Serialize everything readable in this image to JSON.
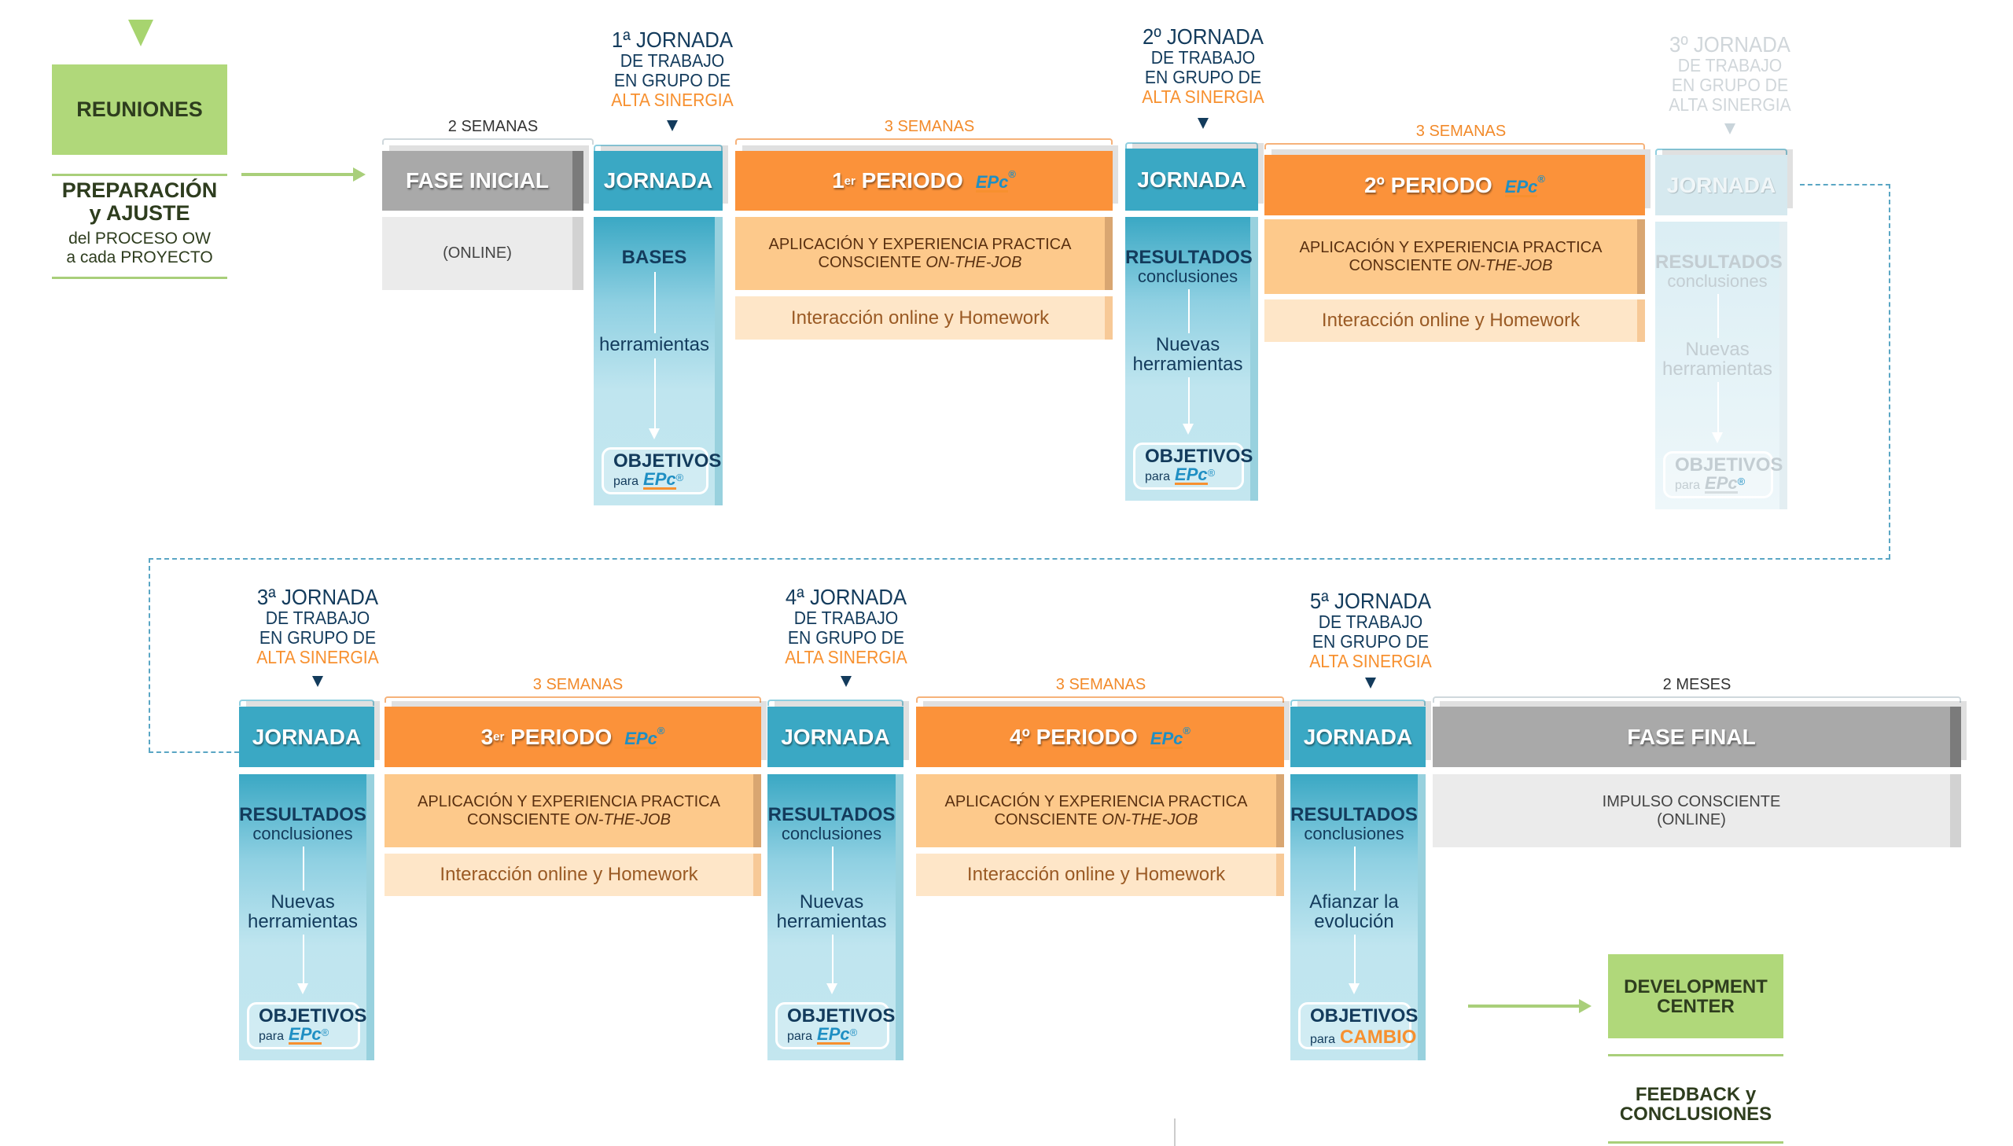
{
  "left": {
    "reuniones": "REUNIONES",
    "prep_title_1": "PREPARACIÓN",
    "prep_title_2": "y  AJUSTE",
    "prep_sub_1": "del PROCESO OW",
    "prep_sub_2": "a cada PROYECTO"
  },
  "brand": {
    "logo_text": "EPc",
    "registered": "®"
  },
  "headings": [
    {
      "n": "1ª JORNADA",
      "l2": "DE TRABAJO",
      "l3": "EN GRUPO DE",
      "l4": "ALTA SINERGIA",
      "faded": false
    },
    {
      "n": "2º JORNADA",
      "l2": "DE TRABAJO",
      "l3": "EN GRUPO DE",
      "l4": "ALTA SINERGIA",
      "faded": false
    },
    {
      "n": "3º JORNADA",
      "l2": "DE TRABAJO",
      "l3": "EN GRUPO DE",
      "l4": "ALTA SINERGIA",
      "faded": true
    },
    {
      "n": "3ª JORNADA",
      "l2": "DE TRABAJO",
      "l3": "EN GRUPO DE",
      "l4": "ALTA SINERGIA",
      "faded": false
    },
    {
      "n": "4ª JORNADA",
      "l2": "DE TRABAJO",
      "l3": "EN GRUPO DE",
      "l4": "ALTA SINERGIA",
      "faded": false
    },
    {
      "n": "5ª JORNADA",
      "l2": "DE TRABAJO",
      "l3": "EN GRUPO DE",
      "l4": "ALTA SINERGIA",
      "faded": false
    }
  ],
  "durations": [
    "2 SEMANAS",
    "3 SEMANAS",
    "3 SEMANAS",
    "3 SEMANAS",
    "3 SEMANAS",
    "2 MESES"
  ],
  "fases": [
    {
      "title": "FASE INICIAL",
      "body_1": "(ONLINE)",
      "body_2": ""
    },
    {
      "title": "FASE FINAL",
      "body_1": "IMPULSO CONSCIENTE",
      "body_2": "(ONLINE)"
    }
  ],
  "periodos": [
    {
      "num": "1",
      "sup": "er",
      "title": " PERIODO",
      "app_1": "APLICACIÓN Y EXPERIENCIA PRACTICA",
      "app_2": "CONSCIENTE ",
      "app_3": "ON-THE-JOB",
      "interaction": "Interacción online y Homework"
    },
    {
      "num": "2º",
      "sup": "",
      "title": " PERIODO",
      "app_1": "APLICACIÓN Y EXPERIENCIA PRACTICA",
      "app_2": "CONSCIENTE ",
      "app_3": "ON-THE-JOB",
      "interaction": "Interacción online y Homework"
    },
    {
      "num": "3",
      "sup": "er",
      "title": " PERIODO",
      "app_1": "APLICACIÓN Y EXPERIENCIA PRACTICA",
      "app_2": "CONSCIENTE ",
      "app_3": "ON-THE-JOB",
      "interaction": "Interacción online y Homework"
    },
    {
      "num": "4º",
      "sup": "",
      "title": " PERIODO",
      "app_1": "APLICACIÓN Y EXPERIENCIA PRACTICA",
      "app_2": "CONSCIENTE ",
      "app_3": "ON-THE-JOB",
      "interaction": "Interacción online y Homework"
    }
  ],
  "jornadas": [
    {
      "label": "JORNADA",
      "t1": "BASES",
      "t2": "",
      "m1": "herramientas",
      "m2": "",
      "obj": "OBJETIVOS",
      "para": "para",
      "target": "EPc",
      "faded": false
    },
    {
      "label": "JORNADA",
      "t1": "RESULTADOS",
      "t2": "conclusiones",
      "m1": "Nuevas",
      "m2": "herramientas",
      "obj": "OBJETIVOS",
      "para": "para",
      "target": "EPc",
      "faded": false
    },
    {
      "label": "JORNADA",
      "t1": "RESULTADOS",
      "t2": "conclusiones",
      "m1": "Nuevas",
      "m2": "herramientas",
      "obj": "OBJETIVOS",
      "para": "para",
      "target": "EPc",
      "faded": true
    },
    {
      "label": "JORNADA",
      "t1": "RESULTADOS",
      "t2": "conclusiones",
      "m1": "Nuevas",
      "m2": "herramientas",
      "obj": "OBJETIVOS",
      "para": "para",
      "target": "EPc",
      "faded": false
    },
    {
      "label": "JORNADA",
      "t1": "RESULTADOS",
      "t2": "conclusiones",
      "m1": "Nuevas",
      "m2": "herramientas",
      "obj": "OBJETIVOS",
      "para": "para",
      "target": "EPc",
      "faded": false
    },
    {
      "label": "JORNADA",
      "t1": "RESULTADOS",
      "t2": "conclusiones",
      "m1": "Afianzar la",
      "m2": "evolución",
      "obj": "OBJETIVOS",
      "para": "para",
      "target": "CAMBIO",
      "faded": false
    }
  ],
  "final": {
    "dc_1": "DEVELOPMENT",
    "dc_2": "CENTER",
    "feedback_1": "FEEDBACK y",
    "feedback_2": "CONCLUSIONES"
  },
  "colors": {
    "jornada_teal": "#3aa8c4",
    "periodo_orange": "#fb923a",
    "fase_gray": "#a9a9a9",
    "reuniones_green": "#b0d87a",
    "heading_navy": "#133b5c",
    "accent_orange": "#f7902f"
  }
}
